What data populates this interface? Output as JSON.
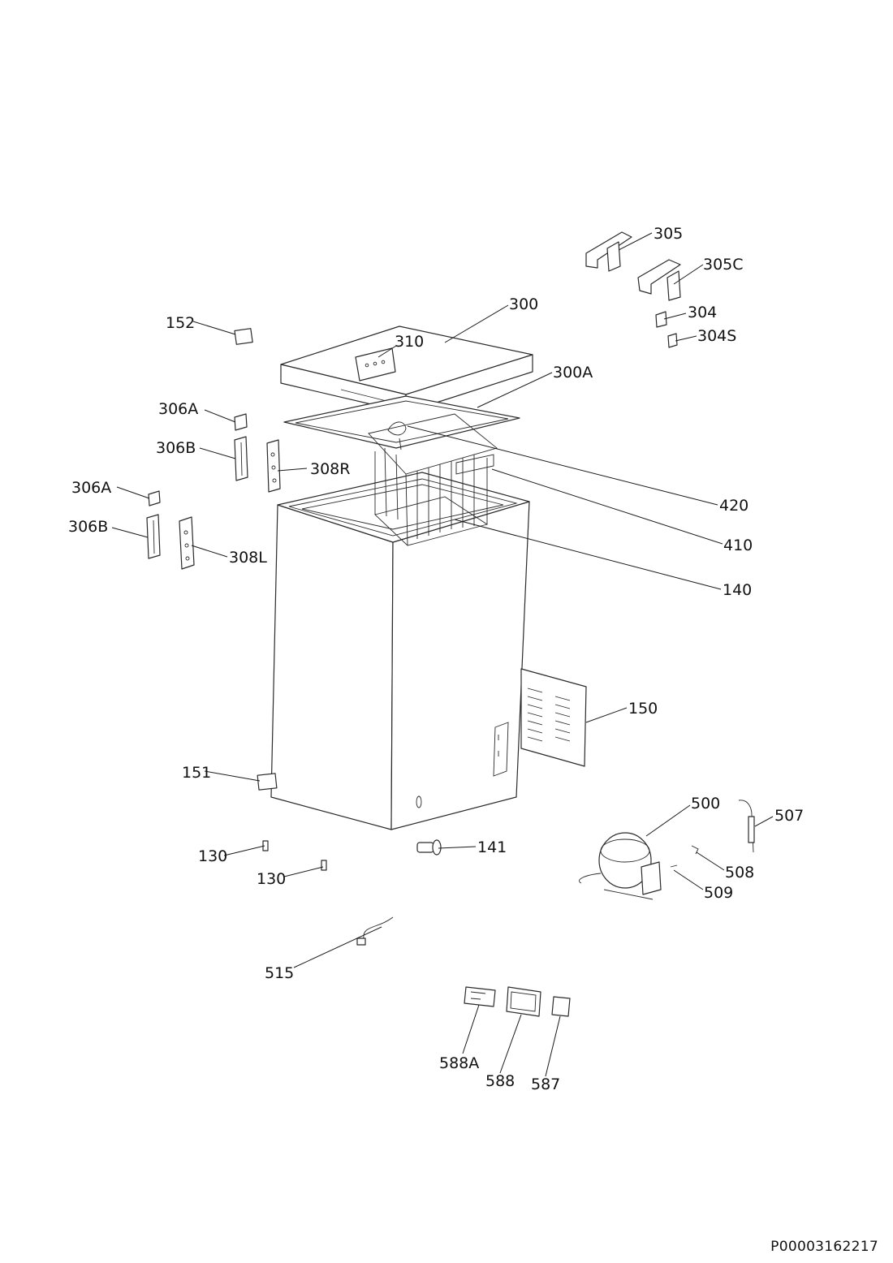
{
  "labels": {
    "p305": "305",
    "p305C": "305C",
    "p304": "304",
    "p304S": "304S",
    "p300": "300",
    "p310": "310",
    "p300A": "300A",
    "p152": "152",
    "p306A_1": "306A",
    "p306B_1": "306B",
    "p308R": "308R",
    "p306A_2": "306A",
    "p306B_2": "306B",
    "p308L": "308L",
    "p420": "420",
    "p410": "410",
    "p140": "140",
    "p150": "150",
    "p151": "151",
    "p500": "500",
    "p507": "507",
    "p508": "508",
    "p509": "509",
    "p130_1": "130",
    "p130_2": "130",
    "p141": "141",
    "p515": "515",
    "p588A": "588A",
    "p588": "588",
    "p587": "587"
  },
  "document_code": "P00003162217"
}
